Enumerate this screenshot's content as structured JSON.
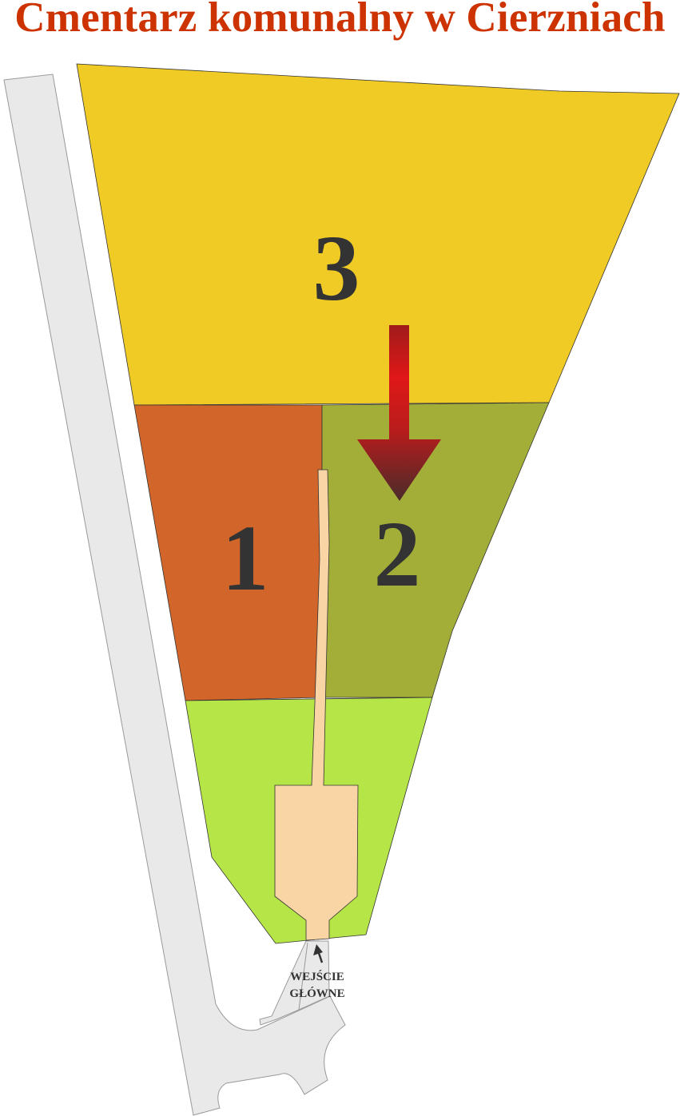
{
  "title": "Cmentarz komunalny w Cierzniach",
  "sections": [
    {
      "label": "1",
      "color": "#d2652a"
    },
    {
      "label": "2",
      "color": "#a3ae38"
    },
    {
      "label": "3",
      "color": "#f0cb26"
    }
  ],
  "unnumbered_section_color": "#b5e547",
  "path_color": "#f9d4a5",
  "road_color": "#e9e9e9",
  "entrance": {
    "line1": "WEJŚCIE",
    "line2": "GŁÓWNE"
  },
  "expansion_arrow_color": "#d91a1a"
}
